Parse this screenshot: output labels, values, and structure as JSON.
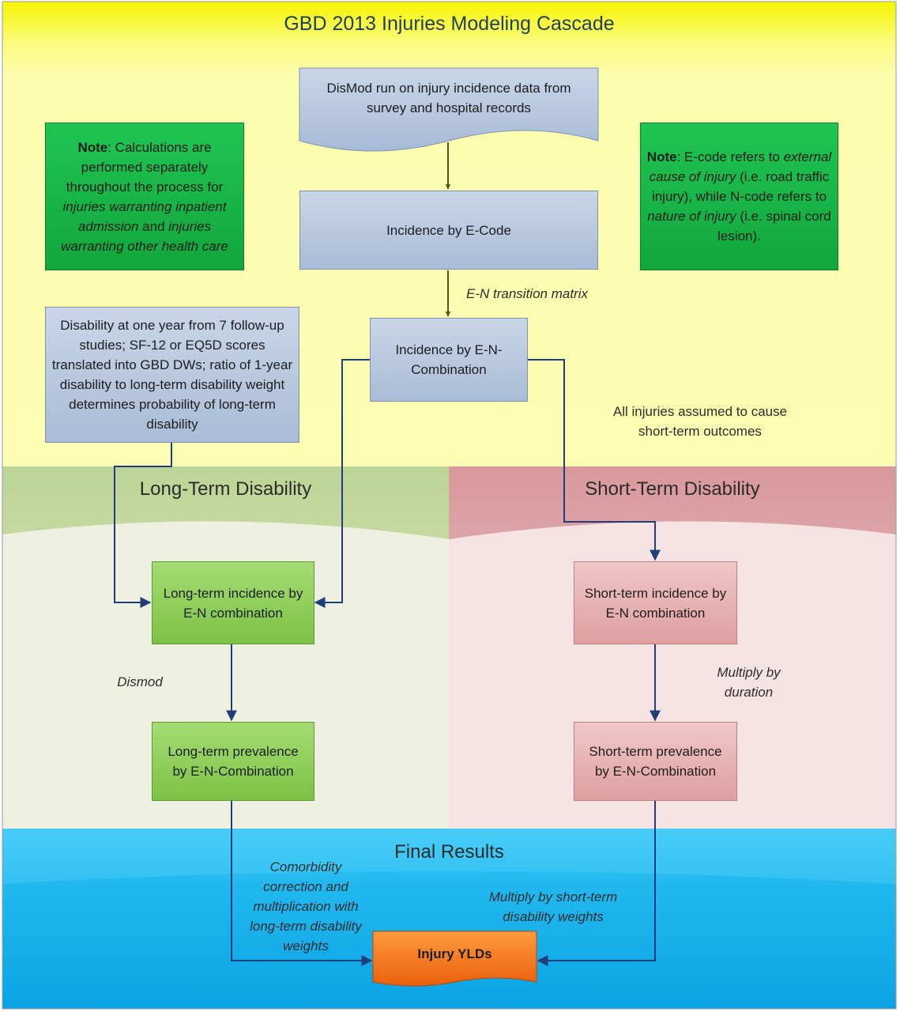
{
  "title": "GBD 2013 Injuries Modeling Cascade",
  "sections": {
    "long_term": "Long-Term Disability",
    "short_term": "Short-Term Disability",
    "final": "Final Results"
  },
  "boxes": {
    "dismod_run": "DisMod run on injury incidence data from survey and hospital records",
    "incidence_ecode": "Incidence by E-Code",
    "incidence_en": "Incidence by E-N-Combination",
    "disability_studies": "Disability at one year from 7 follow-up studies; SF-12 or EQ5D scores translated into GBD DWs; ratio of 1-year disability to long-term disability weight determines probability of long-term disability",
    "lt_incidence": "Long-term incidence by E-N combination",
    "lt_prevalence": "Long-term prevalence by E-N-Combination",
    "st_incidence": "Short-term incidence by E-N combination",
    "st_prevalence": "Short-term prevalence by E-N-Combination",
    "yld": "Injury YLDs"
  },
  "notes": {
    "left": {
      "bold": "Note",
      "t1": ": Calculations are performed separately throughout the process for ",
      "i1": "injuries warranting inpatient admission",
      "t2": " and ",
      "i2": "injuries warranting other health care"
    },
    "right": {
      "bold": "Note",
      "t1": ": E-code refers to ",
      "i1": "external cause of injury",
      "t2": " (i.e. road traffic injury), while N-code refers to ",
      "i2": "nature of injury",
      "t3": " (i.e. spinal cord lesion)."
    }
  },
  "labels": {
    "transition": "E-N transition matrix",
    "short_assumption": "All injuries assumed to cause short-term outcomes",
    "dismod": "Dismod",
    "multiply_duration": "Multiply by duration",
    "comorbidity": "Comorbidity correction and multiplication with long-term disability weights",
    "multiply_st": "Multiply by short-term disability weights"
  },
  "colors": {
    "header_yellow": "#f5f500",
    "final_blue": "#0ca3e5",
    "long_band": "#bfd59a",
    "short_band": "#d8999d",
    "arrow_green": "#4a5a1e",
    "arrow_blue": "#1f3f7a",
    "yld_orange": "#f06a12"
  }
}
